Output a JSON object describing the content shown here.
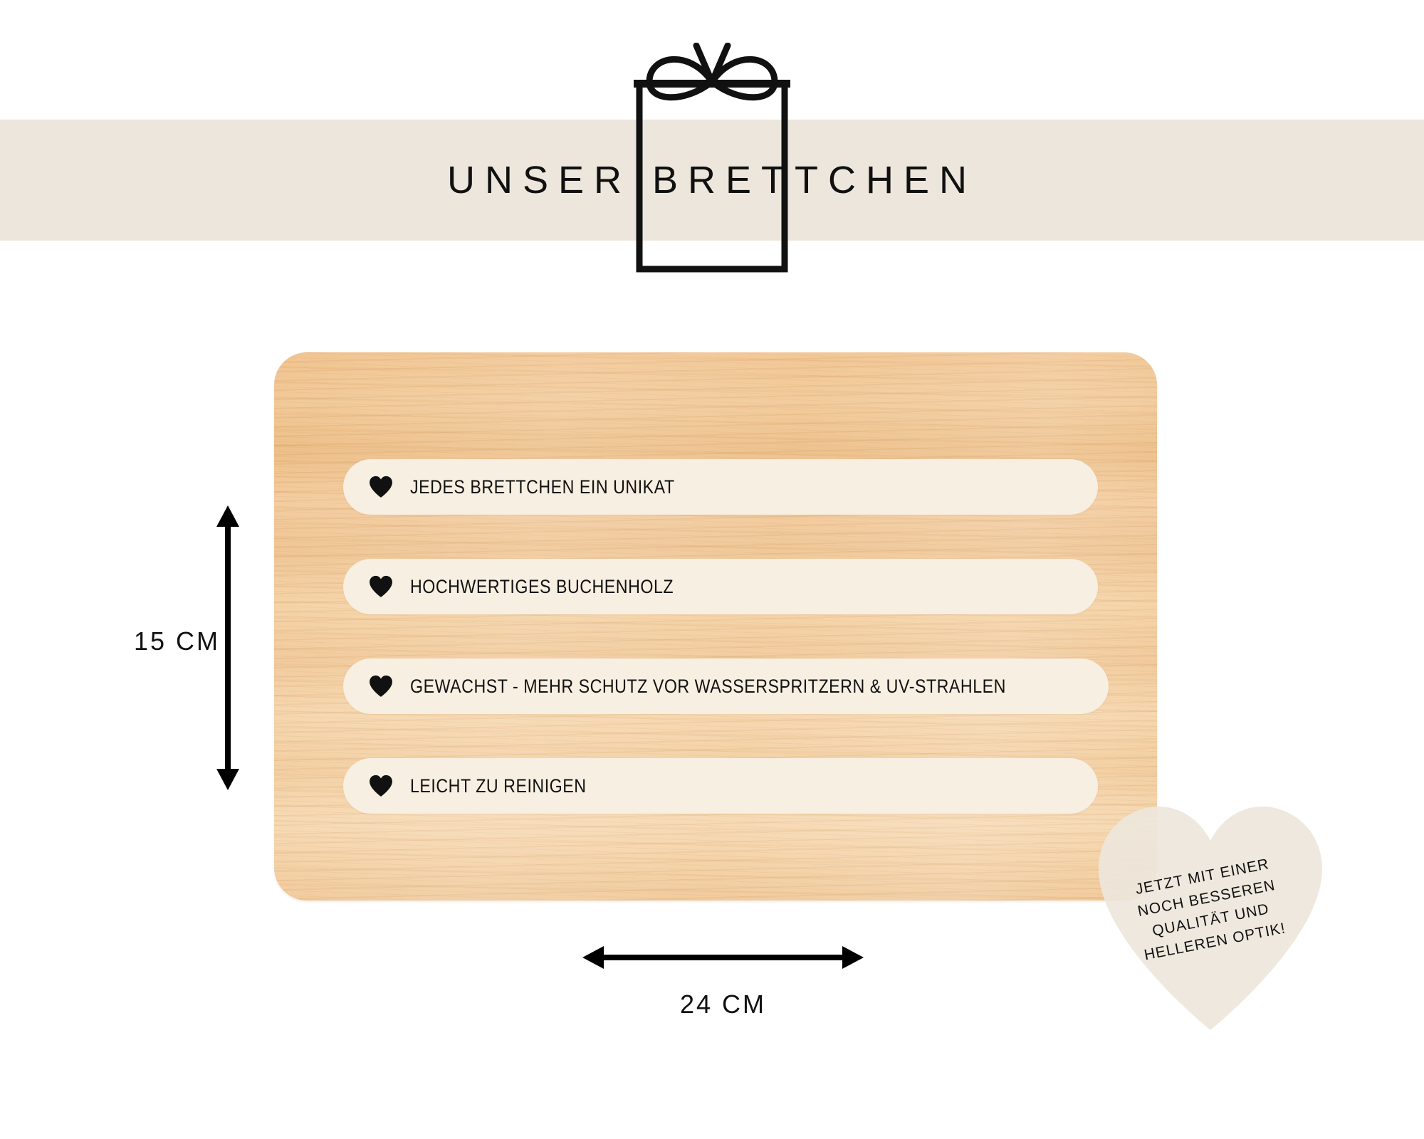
{
  "header": {
    "title": "UNSER BRETTCHEN",
    "banner_color": "#EDE6DC",
    "gift_icon": "gift-box-icon"
  },
  "product": {
    "board_label": "wooden-cutting-board",
    "features": [
      {
        "icon": "heart-icon",
        "text": "JEDES BRETTCHEN EIN UNIKAT"
      },
      {
        "icon": "heart-icon",
        "text": "HOCHWERTIGES BUCHENHOLZ"
      },
      {
        "icon": "heart-icon",
        "text": "GEWACHST - MEHR SCHUTZ VOR WASSERSPRITZERN & UV-STRAHLEN"
      },
      {
        "icon": "heart-icon",
        "text": "LEICHT ZU REINIGEN"
      }
    ]
  },
  "dimensions": {
    "height_label": "15 CM",
    "width_label": "24 CM",
    "arrow_color": "#000000"
  },
  "badge": {
    "shape": "heart-badge",
    "color": "#EDE6DC",
    "lines": [
      "JETZT MIT EINER",
      "NOCH BESSEREN",
      "QUALITÄT UND",
      "HELLEREN OPTIK!"
    ]
  }
}
